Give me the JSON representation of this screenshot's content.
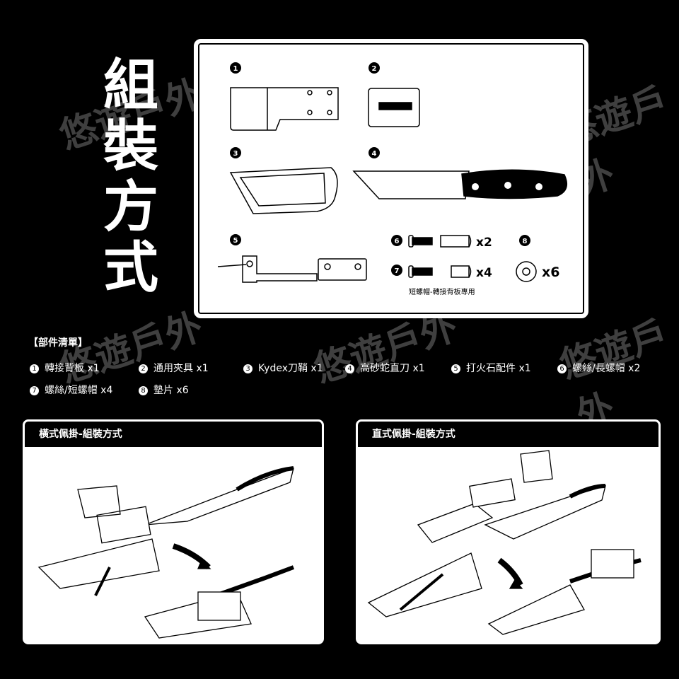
{
  "title": [
    "組",
    "裝",
    "方",
    "式"
  ],
  "watermark": "悠遊戶外",
  "parts_box": {
    "labels": [
      "1",
      "2",
      "3",
      "4",
      "5",
      "6",
      "7",
      "8"
    ],
    "qty6": "x2",
    "qty7": "x4",
    "qty8": "x6",
    "note": "短螺帽-轉接背板專用"
  },
  "parts_list": {
    "heading": "【部件清單】",
    "items": [
      {
        "n": "1",
        "text": "轉接背板 x1"
      },
      {
        "n": "2",
        "text": "通用夾具 x1"
      },
      {
        "n": "3",
        "text": "Kydex刀鞘 x1"
      },
      {
        "n": "4",
        "text": "高砂蛇直刀 x1"
      },
      {
        "n": "5",
        "text": "打火石配件 x1"
      },
      {
        "n": "6",
        "text": "螺絲/長螺帽 x2"
      },
      {
        "n": "7",
        "text": "螺絲/短螺帽 x4"
      },
      {
        "n": "8",
        "text": "墊片 x6"
      }
    ]
  },
  "panels": {
    "horizontal": {
      "title": "橫式佩掛-組裝方式"
    },
    "vertical": {
      "title": "直式佩掛-組裝方式"
    }
  }
}
